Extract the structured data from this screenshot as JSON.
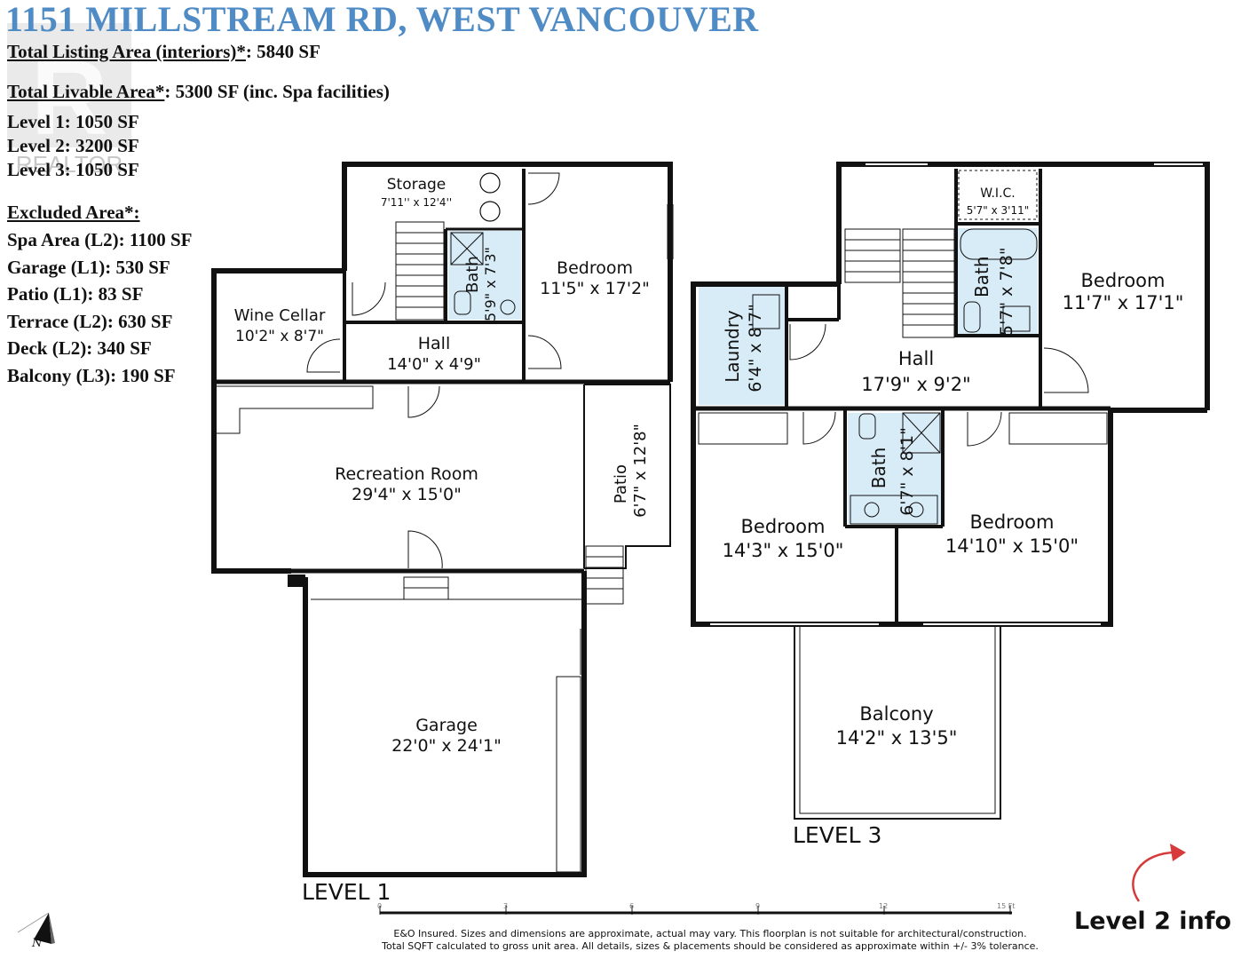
{
  "header": {
    "title": "1151 MILLSTREAM RD, WEST VANCOUVER",
    "total_listing_label": "Total Listing Area (interiors)*",
    "total_listing_value": ": 5840 SF",
    "total_livable_label": "Total Livable Area*",
    "total_livable_value": ": 5300 SF (inc. Spa facilities)",
    "levels": [
      "Level 1: 1050 SF",
      "Level 2: 3200 SF",
      "Level 3: 1050 SF"
    ],
    "excluded_label": "Excluded Area*:",
    "excluded": [
      "Spa Area (L2): 1100 SF",
      "Garage (L1): 530 SF",
      "Patio (L1): 83 SF",
      "Terrace (L2): 630 SF",
      "Deck (L2): 340 SF",
      "Balcony (L3): 190 SF"
    ],
    "watermark": "REALTOR"
  },
  "level1": {
    "label": "LEVEL 1",
    "storage": {
      "name": "Storage",
      "dim": "7'11'' x 12'4''"
    },
    "bath": {
      "name": "Bath",
      "dim": "5'9\" x 7'3\""
    },
    "bedroom": {
      "name": "Bedroom",
      "dim": "11'5\" x 17'2\""
    },
    "wine": {
      "name": "Wine Cellar",
      "dim": "10'2\" x 8'7\""
    },
    "hall": {
      "name": "Hall",
      "dim": "14'0\" x 4'9\""
    },
    "rec": {
      "name": "Recreation Room",
      "dim": "29'4\" x 15'0\""
    },
    "patio": {
      "name": "Patio",
      "dim": "6'7\" x 12'8\""
    },
    "garage": {
      "name": "Garage",
      "dim": "22'0\" x 24'1\""
    }
  },
  "level3": {
    "label": "LEVEL 3",
    "wic": {
      "name": "W.I.C.",
      "dim": "5'7\" x 3'11\""
    },
    "bath1": {
      "name": "Bath",
      "dim": "5'7\" x 7'8\""
    },
    "bed1": {
      "name": "Bedroom",
      "dim": "11'7\" x 17'1\""
    },
    "laundry": {
      "name": "Laundry",
      "dim": "6'4\" x 8'7\""
    },
    "hall": {
      "name": "Hall",
      "dim": "17'9\" x 9'2\""
    },
    "bath2": {
      "name": "Bath",
      "dim": "6'7\" x 8'1\""
    },
    "bed2": {
      "name": "Bedroom",
      "dim": "14'3\" x 15'0\""
    },
    "bed3": {
      "name": "Bedroom",
      "dim": "14'10\" x 15'0\""
    },
    "balcony": {
      "name": "Balcony",
      "dim": "14'2\" x 13'5\""
    }
  },
  "footer": {
    "scale_ticks": [
      "0",
      "3",
      "6",
      "9",
      "12",
      "15 Ft"
    ],
    "disclaimer_1": "E&O Insured. Sizes and dimensions are approximate, actual may vary. This floorplan is not suitable for architectural/construction.",
    "disclaimer_2": "Total SQFT calculated to gross unit area. All details, sizes & placements should be considered as approximate within +/- 3% tolerance.",
    "level2_link": "Level 2 info",
    "compass": "N",
    "arrow_color": "#d63a3a"
  }
}
